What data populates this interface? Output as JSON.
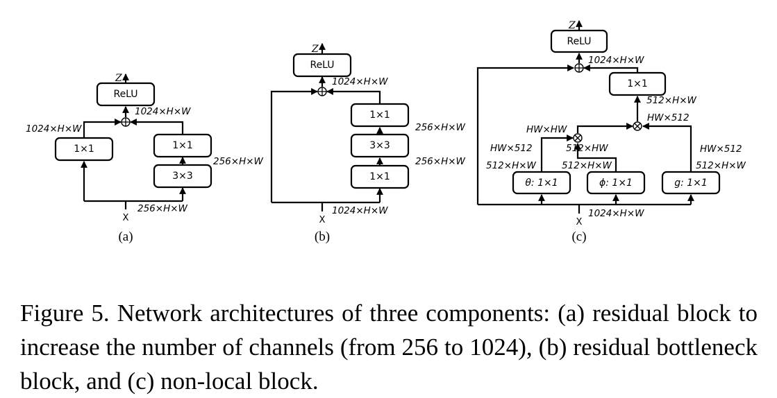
{
  "caption": "Figure 5. Network architectures of three components: (a) residual block to increase the number of channels (from 256 to 1024), (b) residual bottleneck block, and (c) non-local block.",
  "panel_a": {
    "label": "(a)",
    "output": "Z",
    "input": "X",
    "relu": "ReLU",
    "shortcut_conv": "1×1",
    "conv_top": "1×1",
    "conv_bottom": "3×3",
    "dim_out": "1024×H×W",
    "dim_shortcut": "1024×H×W",
    "dim_mid": "256×H×W",
    "dim_in": "256×H×W"
  },
  "panel_b": {
    "label": "(b)",
    "output": "Z",
    "input": "X",
    "relu": "ReLU",
    "conv_top": "1×1",
    "conv_mid": "3×3",
    "conv_bottom": "1×1",
    "dim_out": "1024×H×W",
    "dim_upper": "256×H×W",
    "dim_lower": "256×H×W",
    "dim_in": "1024×H×W"
  },
  "panel_c": {
    "label": "(c)",
    "output": "Z",
    "input": "X",
    "relu": "ReLU",
    "conv_out": "1×1",
    "theta": "θ: 1×1",
    "phi": "ϕ: 1×1",
    "g": "g: 1×1",
    "dim_out": "1024×H×W",
    "dim_conv_out": "512×H×W",
    "dim_attn": "HW×HW",
    "dim_theta_t": "HW×512",
    "dim_phi": "512×HW",
    "dim_g_t": "HW×512",
    "dim_result": "HW×512",
    "dim_theta_in": "512×H×W",
    "dim_phi_in": "512×H×W",
    "dim_g_in": "512×H×W",
    "dim_in": "1024×H×W"
  }
}
